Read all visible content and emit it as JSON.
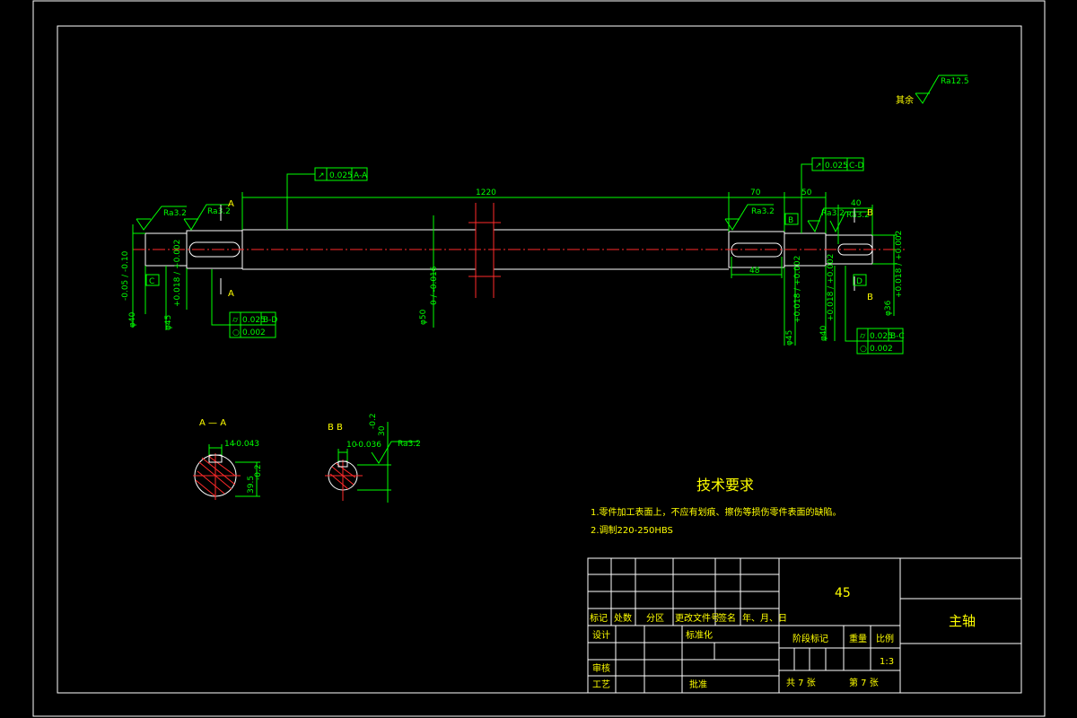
{
  "roughness_other": {
    "prefix": "其余",
    "value": "Ra12.5"
  },
  "dims": {
    "d1220": "1220",
    "d70": "70",
    "d50": "50",
    "d40": "40",
    "d48": "48",
    "dia40": "φ40",
    "dia45": "φ45",
    "dia50": "φ50",
    "dia45b": "φ45",
    "dia40b": "φ40",
    "dia36": "φ36",
    "tol40": "-0.05 / -0.10",
    "tol45": "+0.018 / +0.002",
    "tol50": "0 / -0.016",
    "tol45b": "+0.018 / +0.002",
    "tol40b": "+0.018 / +0.002",
    "tol36": "+0.018 / +0.002",
    "w14": "14",
    "w14tol": "-0.043",
    "h395": "39.5",
    "h395tol": "-0.2",
    "w10": "10",
    "w10tol": "-0.036",
    "h30": "30",
    "h30tol": "-0.2"
  },
  "roughness": {
    "ra1": "Ra3.2",
    "ra2": "Ra3.2",
    "ra3": "Ra3.2",
    "ra4": "Ra3.2",
    "ra5": "Ra3.2",
    "ra6": "Ra3.2"
  },
  "tolerance_frames": {
    "top_left": {
      "symbol": "↗",
      "value": "0.025",
      "datum": "A-A"
    },
    "top_right": {
      "symbol": "↗",
      "value": "0.025",
      "datum": "C-D"
    },
    "bottom_left": [
      {
        "symbol": "⌭",
        "value": "0.025",
        "datum": "B-D"
      },
      {
        "symbol": "○",
        "value": "0.002"
      }
    ],
    "bottom_right": [
      {
        "symbol": "⌭",
        "value": "0.025",
        "datum": "B-C"
      },
      {
        "symbol": "○",
        "value": "0.002"
      }
    ]
  },
  "datums": {
    "c": "C",
    "b": "B",
    "d": "D"
  },
  "cut_labels": {
    "a": "A",
    "b": "B"
  },
  "sections": {
    "aa_title": "A — A",
    "bb_title": "B  B"
  },
  "tech_requirements": {
    "title": "技术要求",
    "items": [
      "1.零件加工表面上，不应有划痕、擦伤等损伤零件表面的缺陷。",
      "2.调制220-250HBS"
    ]
  },
  "title_block": {
    "material": "45",
    "part_name": "主轴",
    "header_row": [
      "标记",
      "处数",
      "分区",
      "更改文件号",
      "签名",
      "年、月、日"
    ],
    "design": "设计",
    "standardize": "标准化",
    "stage_mark": "阶段标记",
    "weight": "重量",
    "scale_label": "比例",
    "scale_value": "1:3",
    "review": "审核",
    "process": "工艺",
    "approve": "批准",
    "total": "共  7  张",
    "sheet": "第  7  张"
  }
}
